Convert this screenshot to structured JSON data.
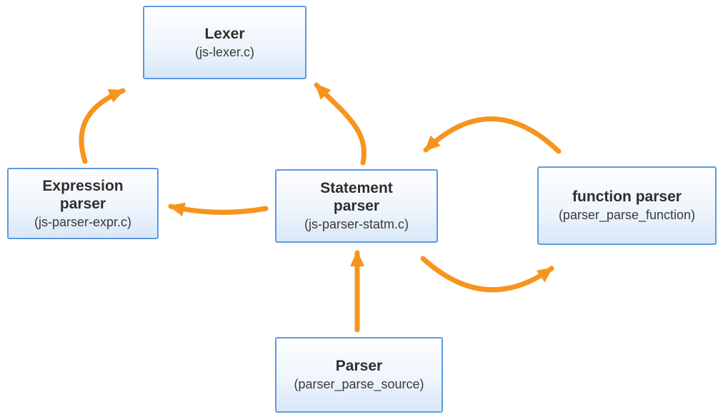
{
  "diagram": {
    "colors": {
      "arrow": "#F7941D",
      "box_border": "#5B9BE0",
      "box_fill_top": "#FEFEFF",
      "box_fill_bottom": "#D9E7F8",
      "text": "#2E2E2E"
    },
    "nodes": {
      "lexer": {
        "title": "Lexer",
        "subtitle": "(js-lexer.c)"
      },
      "expression_parser": {
        "title": "Expression\nparser",
        "subtitle": "(js-parser-expr.c)"
      },
      "statement_parser": {
        "title": "Statement\nparser",
        "subtitle": "(js-parser-statm.c)"
      },
      "function_parser": {
        "title": "function parser",
        "subtitle": "(parser_parse_function)"
      },
      "parser": {
        "title": "Parser",
        "subtitle": "(parser_parse_source)"
      }
    },
    "edges": [
      {
        "from": "expression_parser",
        "to": "lexer"
      },
      {
        "from": "statement_parser",
        "to": "lexer"
      },
      {
        "from": "statement_parser",
        "to": "expression_parser"
      },
      {
        "from": "function_parser",
        "to": "statement_parser"
      },
      {
        "from": "statement_parser",
        "to": "function_parser"
      },
      {
        "from": "parser",
        "to": "statement_parser"
      }
    ]
  }
}
